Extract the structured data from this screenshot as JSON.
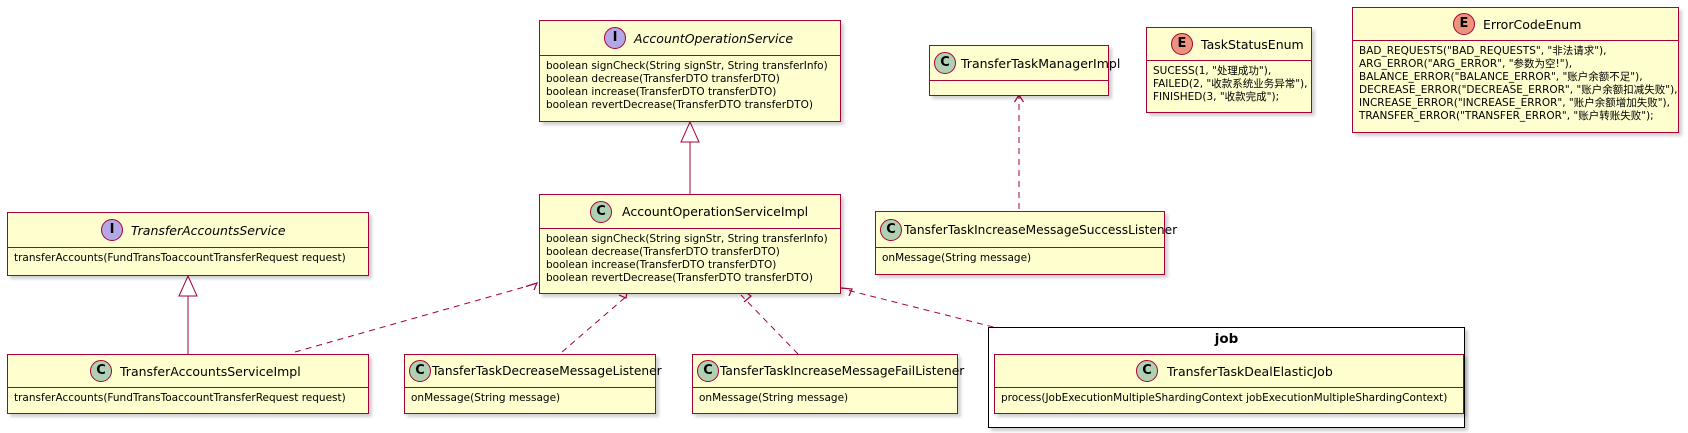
{
  "colors": {
    "class_fill": "#FEFECE",
    "class_border": "#A80036",
    "class_badge": "#ADD1B2",
    "interface_badge": "#B4A7E5",
    "enum_badge": "#EB937F",
    "arrow": "#A80036"
  },
  "badges": {
    "class": "C",
    "interface": "I",
    "enum": "E"
  },
  "package": {
    "name": "job"
  },
  "classes": {
    "account_operation_service": {
      "name": "AccountOperationService",
      "members": [
        "boolean signCheck(String signStr, String transferInfo)",
        "boolean decrease(TransferDTO transferDTO)",
        "boolean increase(TransferDTO transferDTO)",
        "boolean revertDecrease(TransferDTO transferDTO)"
      ]
    },
    "account_operation_service_impl": {
      "name": "AccountOperationServiceImpl",
      "members": [
        "boolean signCheck(String signStr, String transferInfo)",
        "boolean decrease(TransferDTO transferDTO)",
        "boolean increase(TransferDTO transferDTO)",
        "boolean revertDecrease(TransferDTO transferDTO)"
      ]
    },
    "transfer_task_manager_impl": {
      "name": "TransferTaskManagerImpl",
      "members": []
    },
    "task_status_enum": {
      "name": "TaskStatusEnum",
      "members": [
        "SUCESS(1, \"处理成功\"),",
        "FAILED(2, \"收款系统业务异常\"),",
        "FINISHED(3, \"收款完成\");"
      ]
    },
    "error_code_enum": {
      "name": "ErrorCodeEnum",
      "members": [
        "BAD_REQUESTS(\"BAD_REQUESTS\", \"非法请求\"),",
        "ARG_ERROR(\"ARG_ERROR\", \"参数为空!\"),",
        "BALANCE_ERROR(\"BALANCE_ERROR\", \"账户余额不足\"),",
        "DECREASE_ERROR(\"DECREASE_ERROR\", \"账户余额扣减失败\"),",
        "INCREASE_ERROR(\"INCREASE_ERROR\", \"账户余额增加失败\"),",
        "TRANSFER_ERROR(\"TRANSFER_ERROR\", \"账户转账失败\");"
      ]
    },
    "transfer_accounts_service": {
      "name": "TransferAccountsService",
      "members": [
        "transferAccounts(FundTransToaccountTransferRequest request)"
      ]
    },
    "transfer_accounts_service_impl": {
      "name": "TransferAccountsServiceImpl",
      "members": [
        "transferAccounts(FundTransToaccountTransferRequest request)"
      ]
    },
    "decrease_listener": {
      "name": "TansferTaskDecreaseMessageListener",
      "members": [
        "onMessage(String message)"
      ]
    },
    "increase_fail_listener": {
      "name": "TansferTaskIncreaseMessageFailListener",
      "members": [
        "onMessage(String message)"
      ]
    },
    "increase_success_listener": {
      "name": "TansferTaskIncreaseMessageSuccessListener",
      "members": [
        "onMessage(String message)"
      ]
    },
    "deal_elastic_job": {
      "name": "TransferTaskDealElasticJob",
      "members": [
        "process(JobExecutionMultipleShardingContext jobExecutionMultipleShardingContext)"
      ]
    }
  }
}
